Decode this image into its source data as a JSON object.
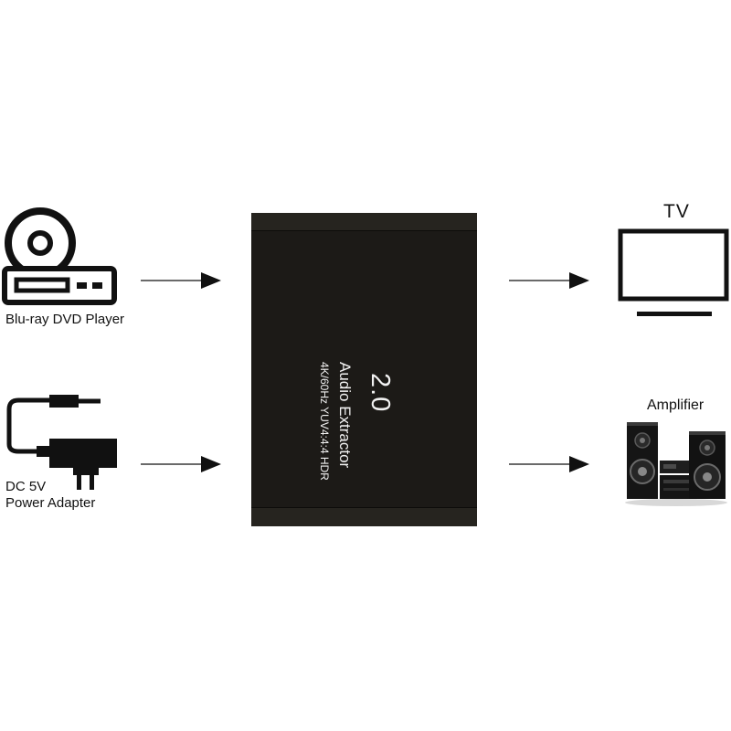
{
  "diagram": {
    "device": {
      "version": "2.0",
      "name": "Audio Extractor",
      "spec": "4K/60Hz YUV4:4:4 HDR"
    },
    "inputs": {
      "source_label": "Blu-ray DVD Player",
      "power_label_line1": "DC 5V",
      "power_label_line2": "Power Adapter"
    },
    "outputs": {
      "tv_label": "TV",
      "amp_label": "Amplifier"
    },
    "icons": [
      "dvd-player-icon",
      "power-adapter-icon",
      "tv-icon",
      "amplifier-icon",
      "arrow-icon"
    ],
    "colors": {
      "device_body": "#1c1a17",
      "device_text": "#f2f2f2",
      "line": "#111111"
    }
  }
}
